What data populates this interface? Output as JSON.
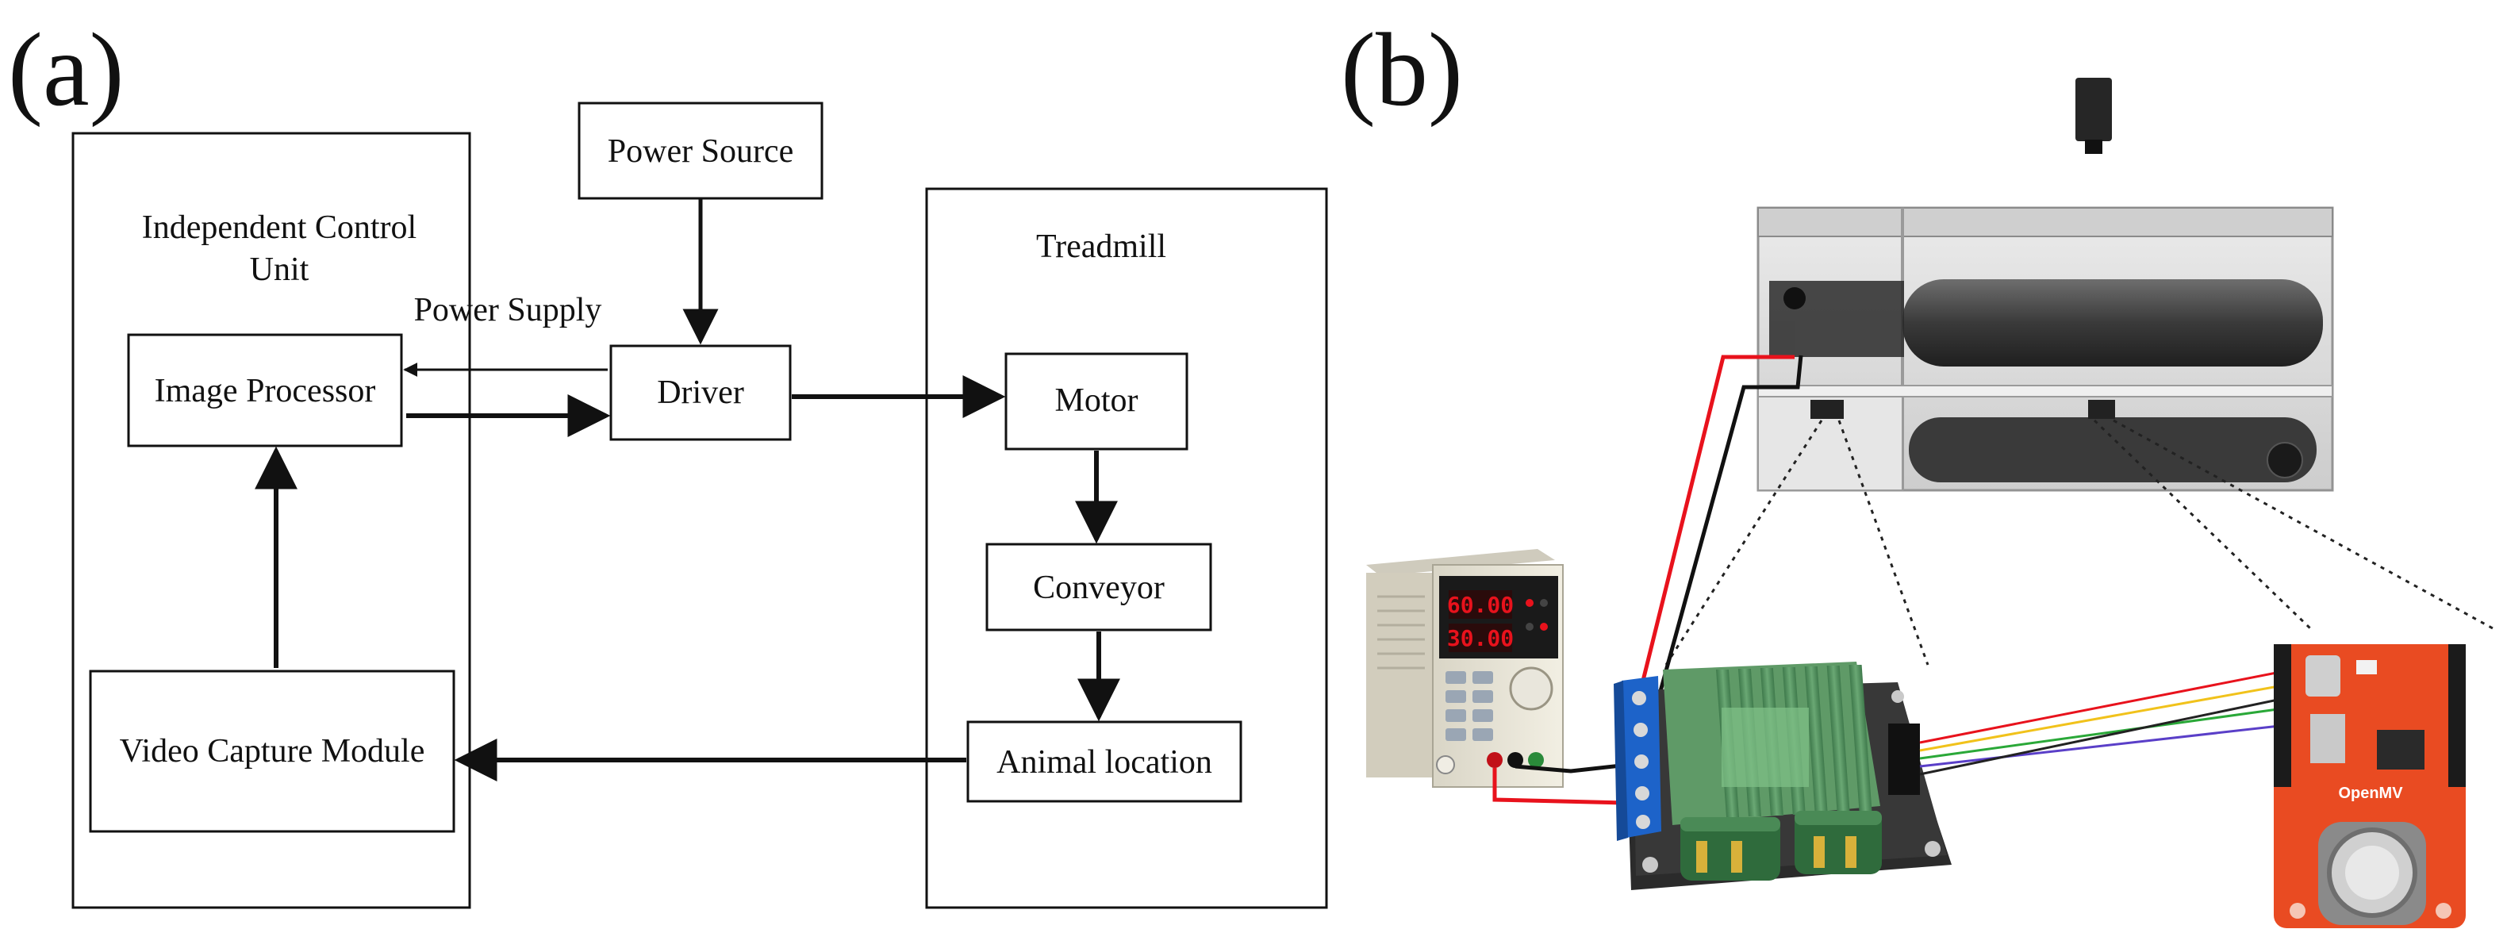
{
  "panels": {
    "a": {
      "label": "(a)"
    },
    "b": {
      "label": "(b)"
    }
  },
  "diagram": {
    "container_left": {
      "title_line1": "Independent Control",
      "title_line2": "Unit"
    },
    "container_right": {
      "title": "Treadmill"
    },
    "nodes": {
      "power_source": "Power Source",
      "image_processor": "Image Processor",
      "driver": "Driver",
      "motor": "Motor",
      "conveyor": "Conveyor",
      "animal_location": "Animal location",
      "video_capture": "Video Capture Module"
    },
    "edge_labels": {
      "power_supply": "Power Supply"
    }
  },
  "hardware": {
    "psu_display": {
      "voltage": "60.00",
      "current": "30.00"
    },
    "board_logo": "OpenMV"
  },
  "colors": {
    "psu_red": "#e8121c",
    "board_green": "#2e6b45",
    "heatsink": "#4d8c5a",
    "terminal_blue": "#1d63c9",
    "openmv_red": "#e94b22",
    "tank_grey": "#d8d8d8"
  }
}
